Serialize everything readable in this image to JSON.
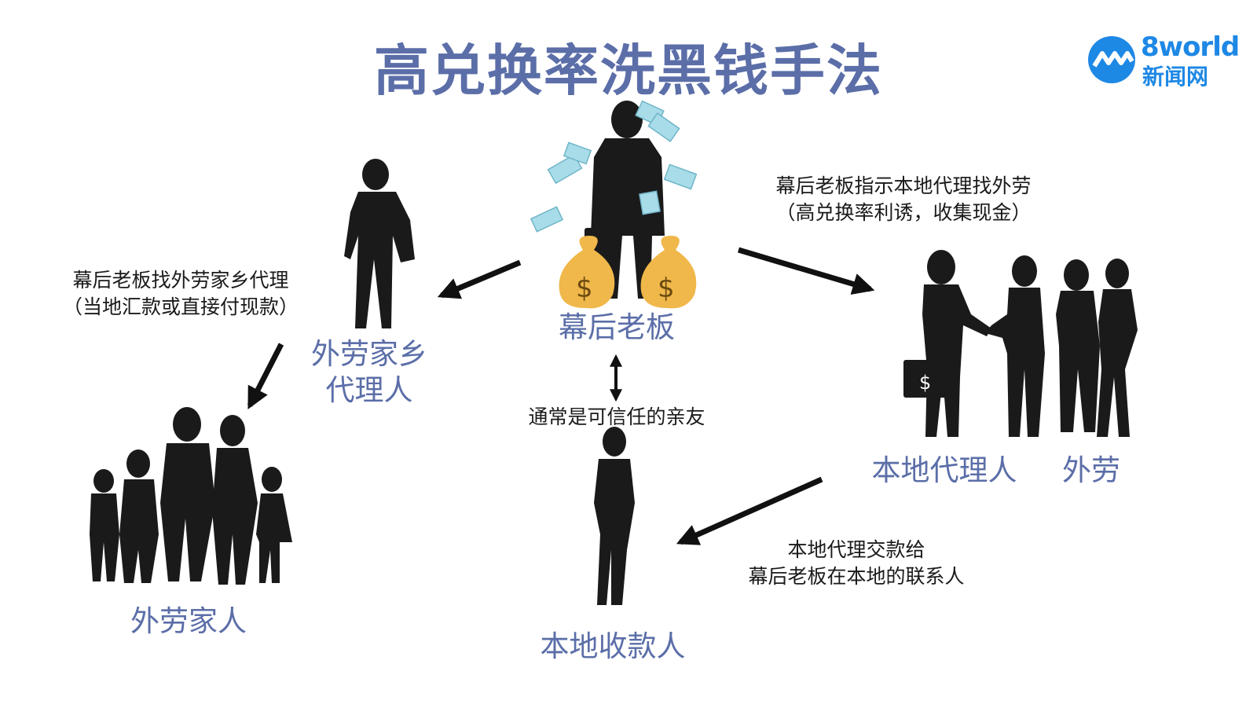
{
  "title": "高兑换率洗黑钱手法",
  "logo": {
    "brand": "8world",
    "sub": "新闻网",
    "color": "#1e88e5"
  },
  "roles": {
    "boss": "幕后老板",
    "home_agent_line1": "外劳家乡",
    "home_agent_line2": "代理人",
    "local_agent": "本地代理人",
    "worker": "外劳",
    "family": "外劳家人",
    "local_receiver": "本地收款人"
  },
  "notes": {
    "boss_to_home_line1": "幕后老板找外劳家乡代理",
    "boss_to_home_line2": "（当地汇款或直接付现款）",
    "boss_to_local_line1": "幕后老板指示本地代理找外劳",
    "boss_to_local_line2": "（高兑换率利诱，收集现金）",
    "trusted": "通常是可信任的亲友",
    "local_to_receiver_line1": "本地代理交款给",
    "local_to_receiver_line2": "幕后老板在本地的联系人"
  },
  "colors": {
    "title": "#5b6ea8",
    "role": "#5b6ea8",
    "silhouette": "#1a1a1a",
    "money": "#f0b84a",
    "bill": "#a8dce8"
  }
}
